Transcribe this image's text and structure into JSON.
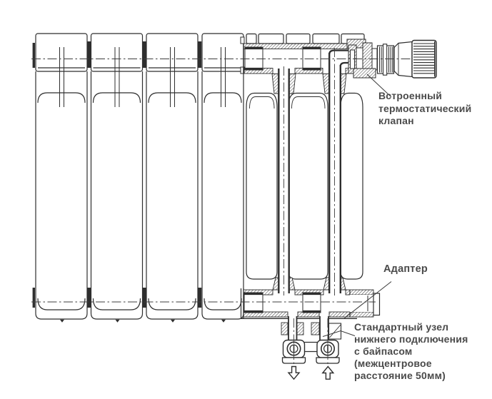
{
  "diagram": {
    "labels": {
      "valve": "Встроенный\nтермостатический\nклапан",
      "adapter": "Адаптер",
      "bottom_unit": "Стандартный узел\nнижнего подключения\nс байпасом\n(межцентровое\nрасстояние 50мм)"
    },
    "flow_arrows": {
      "left_direction": "down",
      "right_direction": "up"
    },
    "colors": {
      "line": "#2e2e2e",
      "text": "#4a4a4a",
      "background": "#ffffff"
    }
  }
}
